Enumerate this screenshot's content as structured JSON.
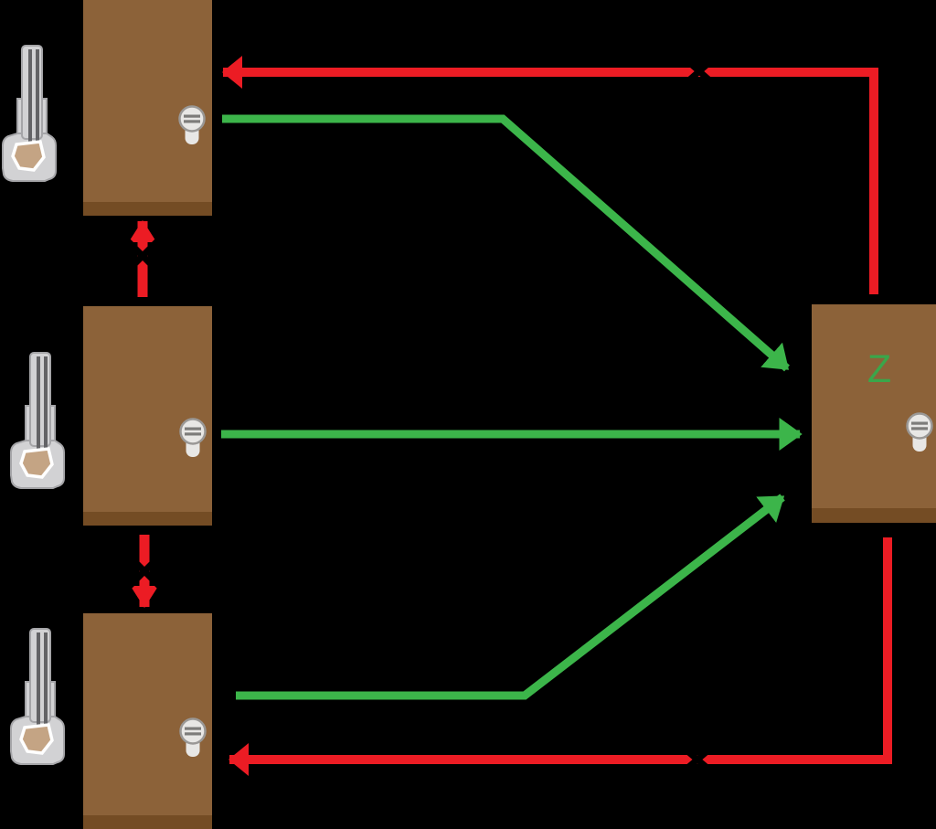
{
  "page": {
    "background": "#000000"
  },
  "labels": {
    "door_z": "Z"
  },
  "colors": {
    "door_panel": "#8C6239",
    "door_base": "#744C24",
    "green_arrow": "#3CB54A",
    "red_arrow": "#EC1C24",
    "cross_black": "#000000",
    "key_body": "#D2D2D4",
    "key_outline": "#A5A5A8",
    "key_groove": "#636366",
    "key_hole_fill": "#C4A484",
    "key_hole_ring": "#FFFFFF",
    "lock_body": "#E8E7E5",
    "lock_ring": "#9A9896",
    "lock_slot": "#7D7C7A",
    "door_z_label": "#3AA64A"
  },
  "icons": {
    "key": "key-icon",
    "lock": "lock-cylinder-icon",
    "cross": "blocked-x-icon"
  },
  "diagram": {
    "type": "flow-diagram",
    "nodes": [
      {
        "id": "door-top-left",
        "kind": "door-with-key",
        "label": ""
      },
      {
        "id": "door-middle-left",
        "kind": "door-with-key",
        "label": ""
      },
      {
        "id": "door-bottom-left",
        "kind": "door-with-key",
        "label": ""
      },
      {
        "id": "door-z",
        "kind": "door",
        "label": "Z"
      }
    ],
    "edges": [
      {
        "from": "door-top-left",
        "to": "door-z",
        "color": "green",
        "style": "solid-arrow",
        "crossed_out": false
      },
      {
        "from": "door-middle-left",
        "to": "door-z",
        "color": "green",
        "style": "solid-arrow",
        "crossed_out": false
      },
      {
        "from": "door-bottom-left",
        "to": "door-z",
        "color": "green",
        "style": "solid-arrow",
        "crossed_out": false
      },
      {
        "from": "door-z",
        "to": "door-top-left",
        "color": "red",
        "style": "solid-arrow",
        "crossed_out": true
      },
      {
        "from": "door-z",
        "to": "door-bottom-left",
        "color": "red",
        "style": "solid-arrow",
        "crossed_out": true
      },
      {
        "from": "door-middle-left",
        "to": "door-top-left",
        "color": "red",
        "style": "solid-arrow",
        "crossed_out": true
      },
      {
        "from": "door-middle-left",
        "to": "door-bottom-left",
        "color": "red",
        "style": "solid-arrow",
        "crossed_out": true
      }
    ]
  }
}
